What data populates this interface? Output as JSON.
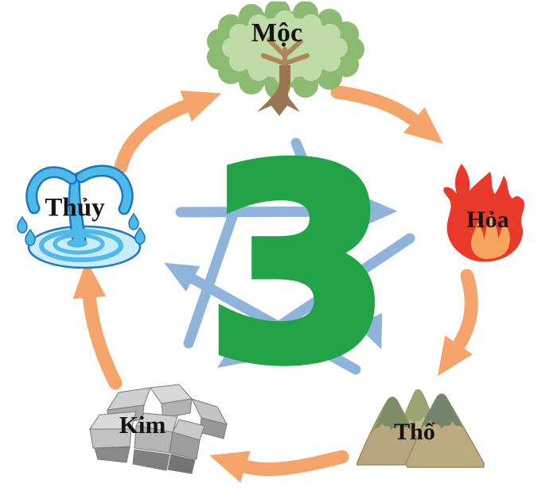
{
  "diagram": {
    "name": "five-elements-cycle",
    "center_number": "3",
    "elements": [
      {
        "id": "wood",
        "label": "Mộc",
        "icon": "tree-icon",
        "position": "top"
      },
      {
        "id": "fire",
        "label": "Hỏa",
        "icon": "fire-icon",
        "position": "right"
      },
      {
        "id": "earth",
        "label": "Thổ",
        "icon": "mountain-icon",
        "position": "bottom-right"
      },
      {
        "id": "metal",
        "label": "Kim",
        "icon": "metal-ingots-icon",
        "position": "bottom-left"
      },
      {
        "id": "water",
        "label": "Thủy",
        "icon": "water-fountain-icon",
        "position": "left"
      }
    ],
    "colors": {
      "generating_cycle_arrows": "#F5A56B",
      "overcoming_cycle_arrows": "#8FB4DC",
      "center_number": "#23A347",
      "label_text": "#151515",
      "tree_canopy_outer": "#8CBA70",
      "tree_canopy_inner": "#BFDCA8",
      "tree_trunk": "#9B7653",
      "flame_outer": "#E8392B",
      "flame_inner": "#F6A45C",
      "mountain_body": "#B7A67E",
      "mountain_top": "#7E8C66",
      "metal_light": "#D8D8D8",
      "metal_dark": "#8F8F8F",
      "water_blue": "#4FB9E9",
      "water_outline": "#1B78BE"
    }
  }
}
